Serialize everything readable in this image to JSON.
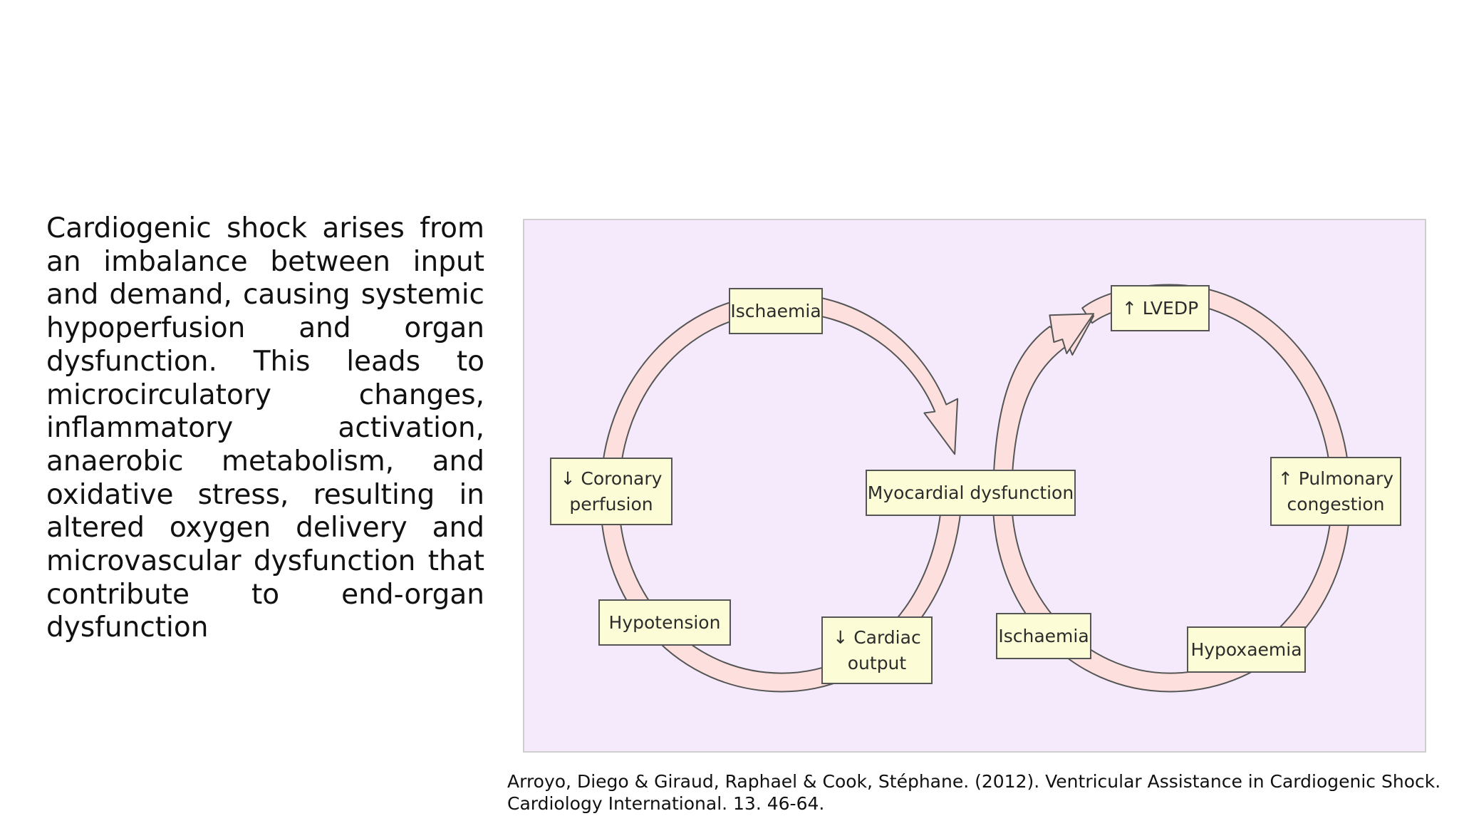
{
  "body_text": "Cardiogenic shock arises from an imbalance between input and demand, causing systemic hypoperfusion and organ dysfunction. This leads to microcirculatory changes, inflammatory activation, anaerobic metabolism, and oxidative stress, resulting in altered oxygen delivery and microvascular dysfunction that contribute to end-organ dysfunction",
  "diagram": {
    "colors": {
      "background": "#f5eafc",
      "arrow_fill": "#fde0de",
      "box_fill": "#fcfcd6",
      "border": "#555555"
    },
    "nodes": {
      "ischaemia_top": "Ischaemia",
      "coronary_perfusion": "↓ Coronary\nperfusion",
      "hypotension": "Hypotension",
      "cardiac_output": "↓  Cardiac\noutput",
      "myocardial_dysfunction": "Myocardial dysfunction",
      "lvedp": "↑ LVEDP",
      "pulmonary_congestion": "↑ Pulmonary\ncongestion",
      "ischaemia_bottom": "Ischaemia",
      "hypoxaemia": "Hypoxaemia"
    }
  },
  "citation": "Arroyo, Diego & Giraud, Raphael & Cook, Stéphane. (2012). Ventricular Assistance in Cardiogenic Shock. Cardiology International. 13. 46-64."
}
